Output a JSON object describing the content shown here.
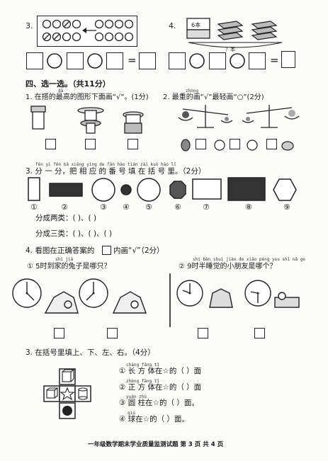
{
  "q3_top": {
    "num": "3."
  },
  "q4_top": {
    "num": "4.",
    "book_label": "6本",
    "bottom_label": "？本"
  },
  "eq_row": {
    "eq1": "=",
    "eq2": "="
  },
  "section4": {
    "title": "四、选一选。（共11分）"
  },
  "sub1": {
    "pinyin": "dā",
    "text": "1. 在搭的最高的图形下面画“√”。(1分)"
  },
  "sub2": {
    "pinyin": "zhòng",
    "text": "2. 最重的画“√”最轻画“○”(2分)"
  },
  "sub3": {
    "pinyin": "fēn yi fēn bǎ xiāng yìng de fān hào tián zài kuò hào lǐ",
    "text": "3. 分 一 分，把 相 应 的 番 号 填 在 括 号 里。（2分）",
    "labels": [
      "①",
      "②",
      "③",
      "④",
      "⑤",
      "⑥",
      "⑦",
      "⑧",
      "⑨"
    ],
    "two_class": "分成两类：(                      )、(                            )",
    "three_class": "分成三类：(                  )、(                  )、(                  )"
  },
  "sub4": {
    "text": "4. 看图在正确答案的",
    "text2": "内画“√”（2分）",
    "pinyin_l": "shí jiā",
    "pinyin_r": "shí bàn shuì jiào de xiǎo péng you shì nǎ ge",
    "q_left": "① 5时到家的兔子是哪只？",
    "q_right": "② 9时半睡觉的小朋友是哪个？"
  },
  "sub5": {
    "text": "3. 在括号里填上、下、左、右。（4分）",
    "lines": [
      {
        "py": "cháng fāng tǐ",
        "text": "① 长   方   体在☆的（       ）面"
      },
      {
        "py": "zhèng fāng tǐ",
        "text": "② 正   方   体在☆的（       ）面"
      },
      {
        "py": "yuán zhù",
        "text": "③ 圆   柱在☆的（       ）面。"
      },
      {
        "py": "qiú",
        "text": "④ 球在☆的（       ）面。"
      }
    ]
  },
  "footer": {
    "text": "一年级数学期末学业质量监测试题   第 3 页   共 4 页"
  }
}
